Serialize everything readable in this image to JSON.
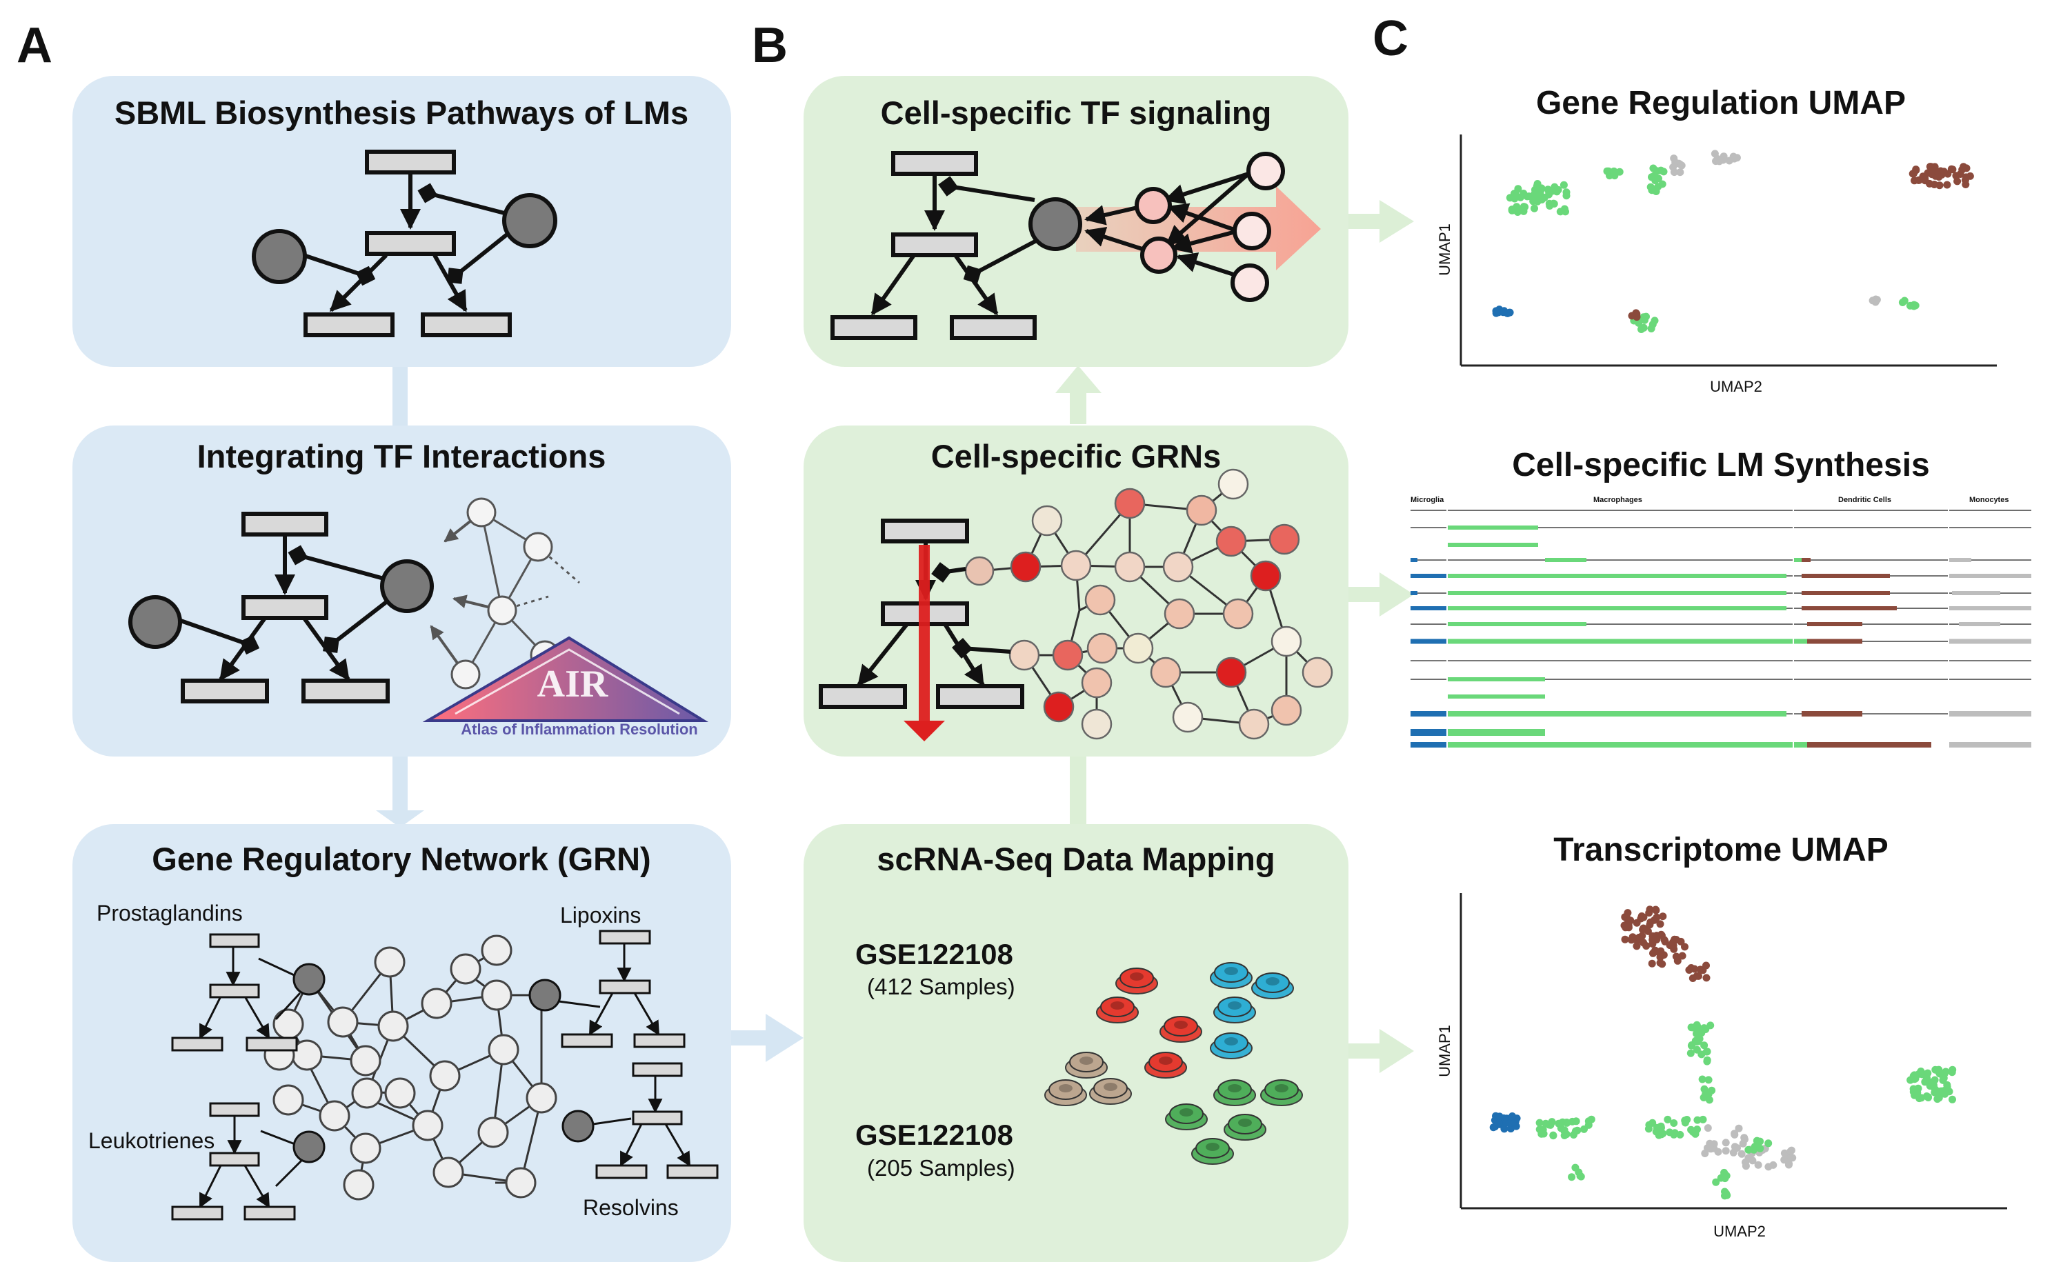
{
  "panels": {
    "A": {
      "letter": "A",
      "box1_title": "SBML Biosynthesis Pathways of LMs",
      "box2_title": "Integrating TF Interactions",
      "box3_title": "Gene Regulatory Network (GRN)",
      "logo_text": "Atlas of Inflammation Resolution",
      "logo_mark": "AIR",
      "labels": {
        "prostaglandins": "Prostaglandins",
        "lipoxins": "Lipoxins",
        "leukotrienes": "Leukotrienes",
        "resolvins": "Resolvins"
      }
    },
    "B": {
      "letter": "B",
      "box1_title": "Cell-specific TF signaling",
      "box2_title": "Cell-specific GRNs",
      "box3_title": "scRNA-Seq Data Mapping",
      "datasets": [
        {
          "id": "GSE122108",
          "samples": "(412 Samples)"
        },
        {
          "id": "GSE122108",
          "samples": "(205 Samples)"
        }
      ]
    },
    "C": {
      "letter": "C",
      "plot1_title": "Gene Regulation UMAP",
      "plot2_title": "Cell-specific LM Synthesis",
      "plot3_title": "Transcriptome UMAP",
      "umap_xlabel": "UMAP2",
      "umap_ylabel": "UMAP1",
      "cell_types": [
        "Microglia",
        "Macrophages",
        "Dendritic Cells",
        "Monocytes"
      ]
    }
  },
  "colors": {
    "panel_blue": "#dbe9f5",
    "panel_green": "#dff0da",
    "node_dark": "#7a7a7a",
    "rect_fill": "#d9d9d9",
    "microglia": "#1f6fb2",
    "macrophage": "#6ad87a",
    "dendritic": "#8b4a3c",
    "monocyte": "#bdbdbd",
    "grn_red": "#dd1f1f"
  }
}
